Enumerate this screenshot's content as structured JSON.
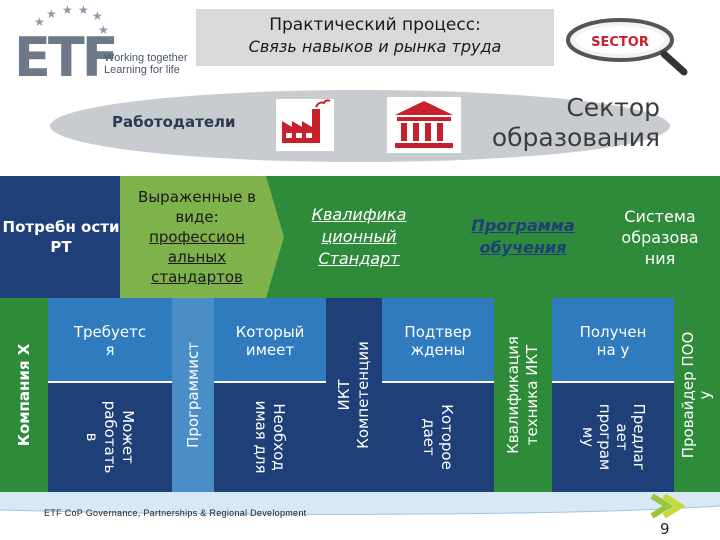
{
  "header": {
    "logo_text": "ETF",
    "logo_tagline": [
      "Working together",
      "Learning for life"
    ],
    "title_line1": "Практический процесс:",
    "title_line2": "Связь навыков и рынка труда",
    "badge_label": "SECTOR"
  },
  "band": {
    "employers": "Работодатели",
    "sector_line1": "Сектор",
    "sector_line2": "образования"
  },
  "chevrons": {
    "needs": "Потребн ости РТ",
    "expressed": [
      "Выраженные в",
      "виде:",
      "профессион",
      "альных",
      "стандартов"
    ],
    "qualification": [
      "Квалифика",
      "ционный",
      "Стандарт"
    ],
    "program": [
      "Программа",
      "обучения"
    ],
    "system": [
      "Система",
      "образова",
      "ния"
    ]
  },
  "columns": {
    "company": "Компания X",
    "requires": [
      "Требуетс",
      "я"
    ],
    "can_work": [
      "Может",
      "работать",
      "в"
    ],
    "programmer": "Программист",
    "who_has": [
      "Который",
      "имеет"
    ],
    "necessary_for": [
      "Необход",
      "имая для"
    ],
    "ict_competences": [
      "ИКТ",
      "Компетенции"
    ],
    "confirmed": [
      "Подтвер",
      "ждены"
    ],
    "which_gives": [
      "Которое",
      "дает"
    ],
    "qualification_tech": [
      "Квалификация",
      "техника ИКТ"
    ],
    "received_from": [
      "Получен",
      "на у"
    ],
    "offers_program": [
      "Предлаг",
      "ает",
      "програм",
      "му"
    ],
    "provider": [
      "Провайдер ПОО",
      "у"
    ]
  },
  "footer": {
    "text": "ETF CoP Governance, Partnerships & Regional Development",
    "page": "9"
  },
  "colors": {
    "dark_blue": "#1f3f78",
    "mid_blue": "#2f7bbd",
    "light_blue": "#4a8ec8",
    "green": "#2e8b3a",
    "chevron_green": "#7fb24a",
    "red": "#c8202c",
    "gray_band": "#c8cbd0"
  }
}
